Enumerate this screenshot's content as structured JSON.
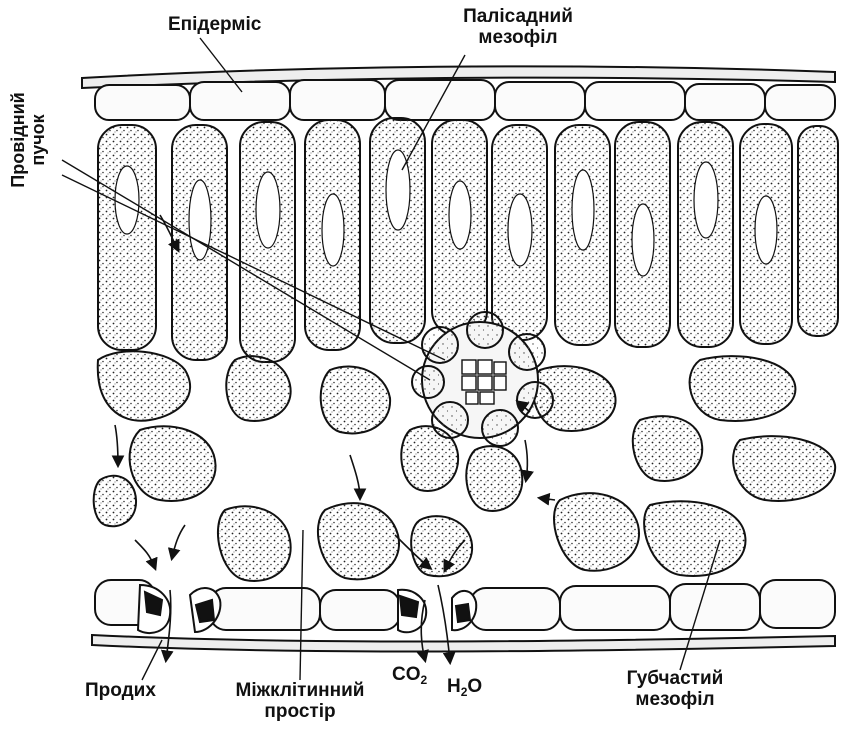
{
  "labels": {
    "epidermis": "Епідерміс",
    "palisade_line1": "Палісадний",
    "palisade_line2": "мезофіл",
    "bundle_line1": "Провідний",
    "bundle_line2": "пучок",
    "stoma": "Продих",
    "intercellular_line1": "Міжклітинний",
    "intercellular_line2": "простір",
    "co2_main": "CO",
    "co2_sub": "2",
    "h2o_main": "H",
    "h2o_sub": "2",
    "h2o_tail": "O",
    "spongy_line1": "Губчастий",
    "spongy_line2": "мезофіл"
  },
  "colors": {
    "ink": "#111111",
    "cell_fill": "#f4f4f4",
    "background": "#ffffff"
  }
}
